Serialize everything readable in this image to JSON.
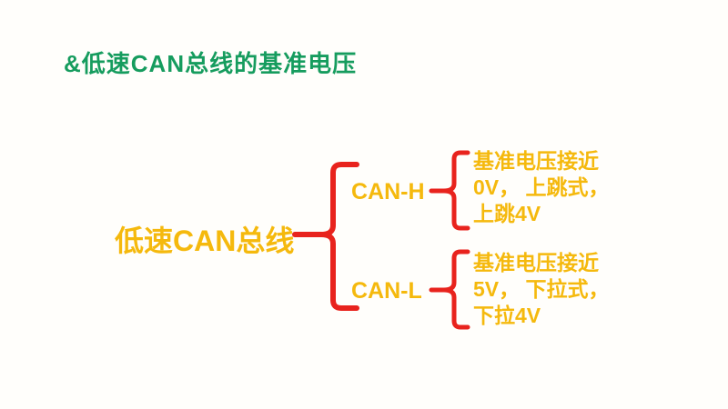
{
  "slide": {
    "title": "&低速CAN总线的基准电压"
  },
  "colors": {
    "bg": "#fffefb",
    "green": "#169c5e",
    "gold": "#f5b90d",
    "red": "#e8231d"
  },
  "diagram": {
    "type": "bracket-tree",
    "root_label": "低速CAN总线",
    "branches": [
      {
        "label": "CAN-H",
        "description_lines": [
          "基准电压接近",
          "0V， 上跳式，",
          "上跳4V"
        ]
      },
      {
        "label": "CAN-L",
        "description_lines": [
          "基准电压接近",
          "5V， 下拉式，",
          "下拉4V"
        ]
      }
    ]
  }
}
